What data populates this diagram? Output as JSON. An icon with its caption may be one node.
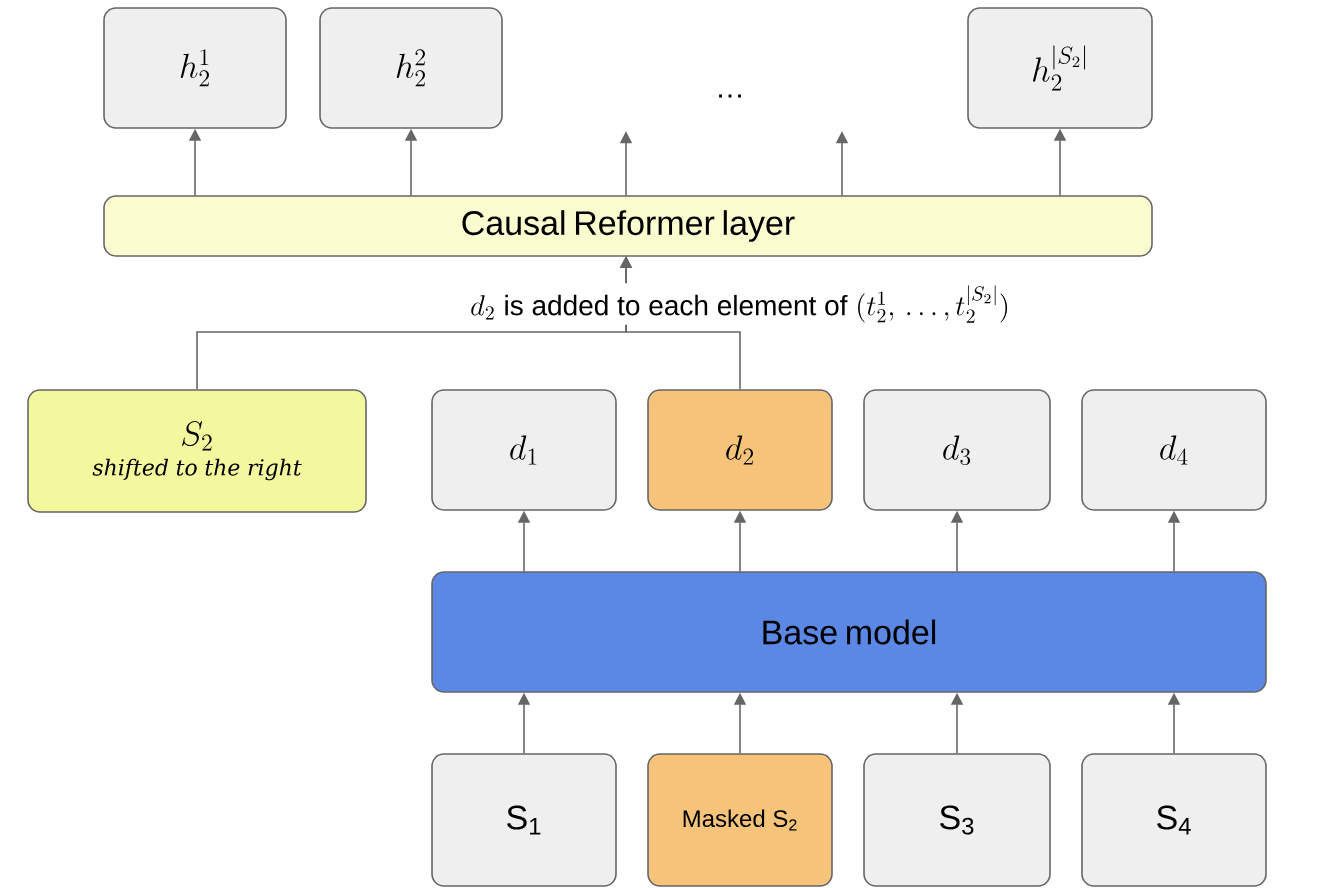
{
  "diagram": {
    "nodes": [
      {
        "text": [
          "h_2^1"
        ]
      },
      {
        "text": [
          "h_2^2"
        ]
      },
      {
        "text": [
          "h_2^{|S_2|}"
        ]
      },
      {
        "text": [
          "Causal Reformer layer"
        ]
      },
      {
        "text": [
          "S_2",
          "shifted to the right"
        ]
      },
      {
        "text": [
          "d_1"
        ]
      },
      {
        "text": [
          "d_2"
        ]
      },
      {
        "text": [
          "d_3"
        ]
      },
      {
        "text": [
          "d_4"
        ]
      },
      {
        "text": [
          "Base model"
        ]
      },
      {
        "text": [
          "S$_{1}$"
        ]
      },
      {
        "text": [
          "Masked S$_{2}$"
        ]
      },
      {
        "text": [
          "S$_{3}$"
        ]
      },
      {
        "text": [
          "S$_{4}$"
        ]
      }
    ],
    "edges": [
      {
        "from": 3,
        "to": 0,
        "arrow": "to"
      },
      {
        "from": 3,
        "to": 1,
        "arrow": "to"
      },
      {
        "from": 3,
        "to": null,
        "arrow": "to"
      },
      {
        "from": 3,
        "to": null,
        "arrow": "to"
      },
      {
        "from": 3,
        "to": 2,
        "arrow": "to"
      },
      {
        "from": 4,
        "to": 3,
        "arrow": "to"
      },
      {
        "from": 6,
        "to": 3,
        "arrow": "to"
      },
      {
        "from": 9,
        "to": 5,
        "arrow": "to"
      },
      {
        "from": 9,
        "to": 6,
        "arrow": "to"
      },
      {
        "from": 9,
        "to": 7,
        "arrow": "to"
      },
      {
        "from": 9,
        "to": 8,
        "arrow": "to"
      },
      {
        "from": 10,
        "to": 9,
        "arrow": "to"
      },
      {
        "from": 11,
        "to": 9,
        "arrow": "to"
      },
      {
        "from": 12,
        "to": 9,
        "arrow": "to"
      },
      {
        "from": 13,
        "to": 9,
        "arrow": "to"
      }
    ],
    "labels": [
      "…",
      "d_2 \\text{ is added to each element of } (t_2^1,\\, \\ldots, t_2^{|S_2|})"
    ]
  }
}
